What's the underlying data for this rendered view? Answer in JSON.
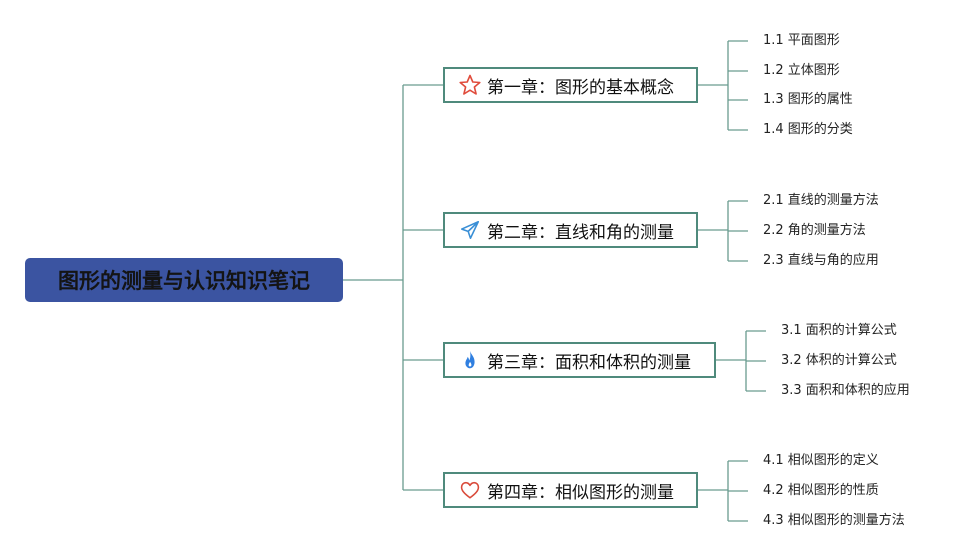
{
  "root": {
    "title": "图形的测量与认识知识笔记"
  },
  "chapters": [
    {
      "title": "第一章：图形的基本概念",
      "icon": "star-icon",
      "items": [
        "1.1 平面图形",
        "1.2 立体图形",
        "1.3 图形的属性",
        "1.4 图形的分类"
      ]
    },
    {
      "title": "第二章：直线和角的测量",
      "icon": "paper-plane-icon",
      "items": [
        "2.1 直线的测量方法",
        "2.2 角的测量方法",
        "2.3 直线与角的应用"
      ]
    },
    {
      "title": "第三章：面积和体积的测量",
      "icon": "flame-icon",
      "items": [
        "3.1 面积的计算公式",
        "3.2 体积的计算公式",
        "3.3 面积和体积的应用"
      ]
    },
    {
      "title": "第四章：相似图形的测量",
      "icon": "heart-icon",
      "items": [
        "4.1 相似图形的定义",
        "4.2 相似图形的性质",
        "4.3 相似图形的测量方法"
      ]
    }
  ],
  "colors": {
    "root_bg": "#3b54a1",
    "line": "#4f8a7c",
    "star": "#e04c3c",
    "plane": "#3a8fd6",
    "flame": "#2f7fe0",
    "heart": "#d94a3a"
  }
}
